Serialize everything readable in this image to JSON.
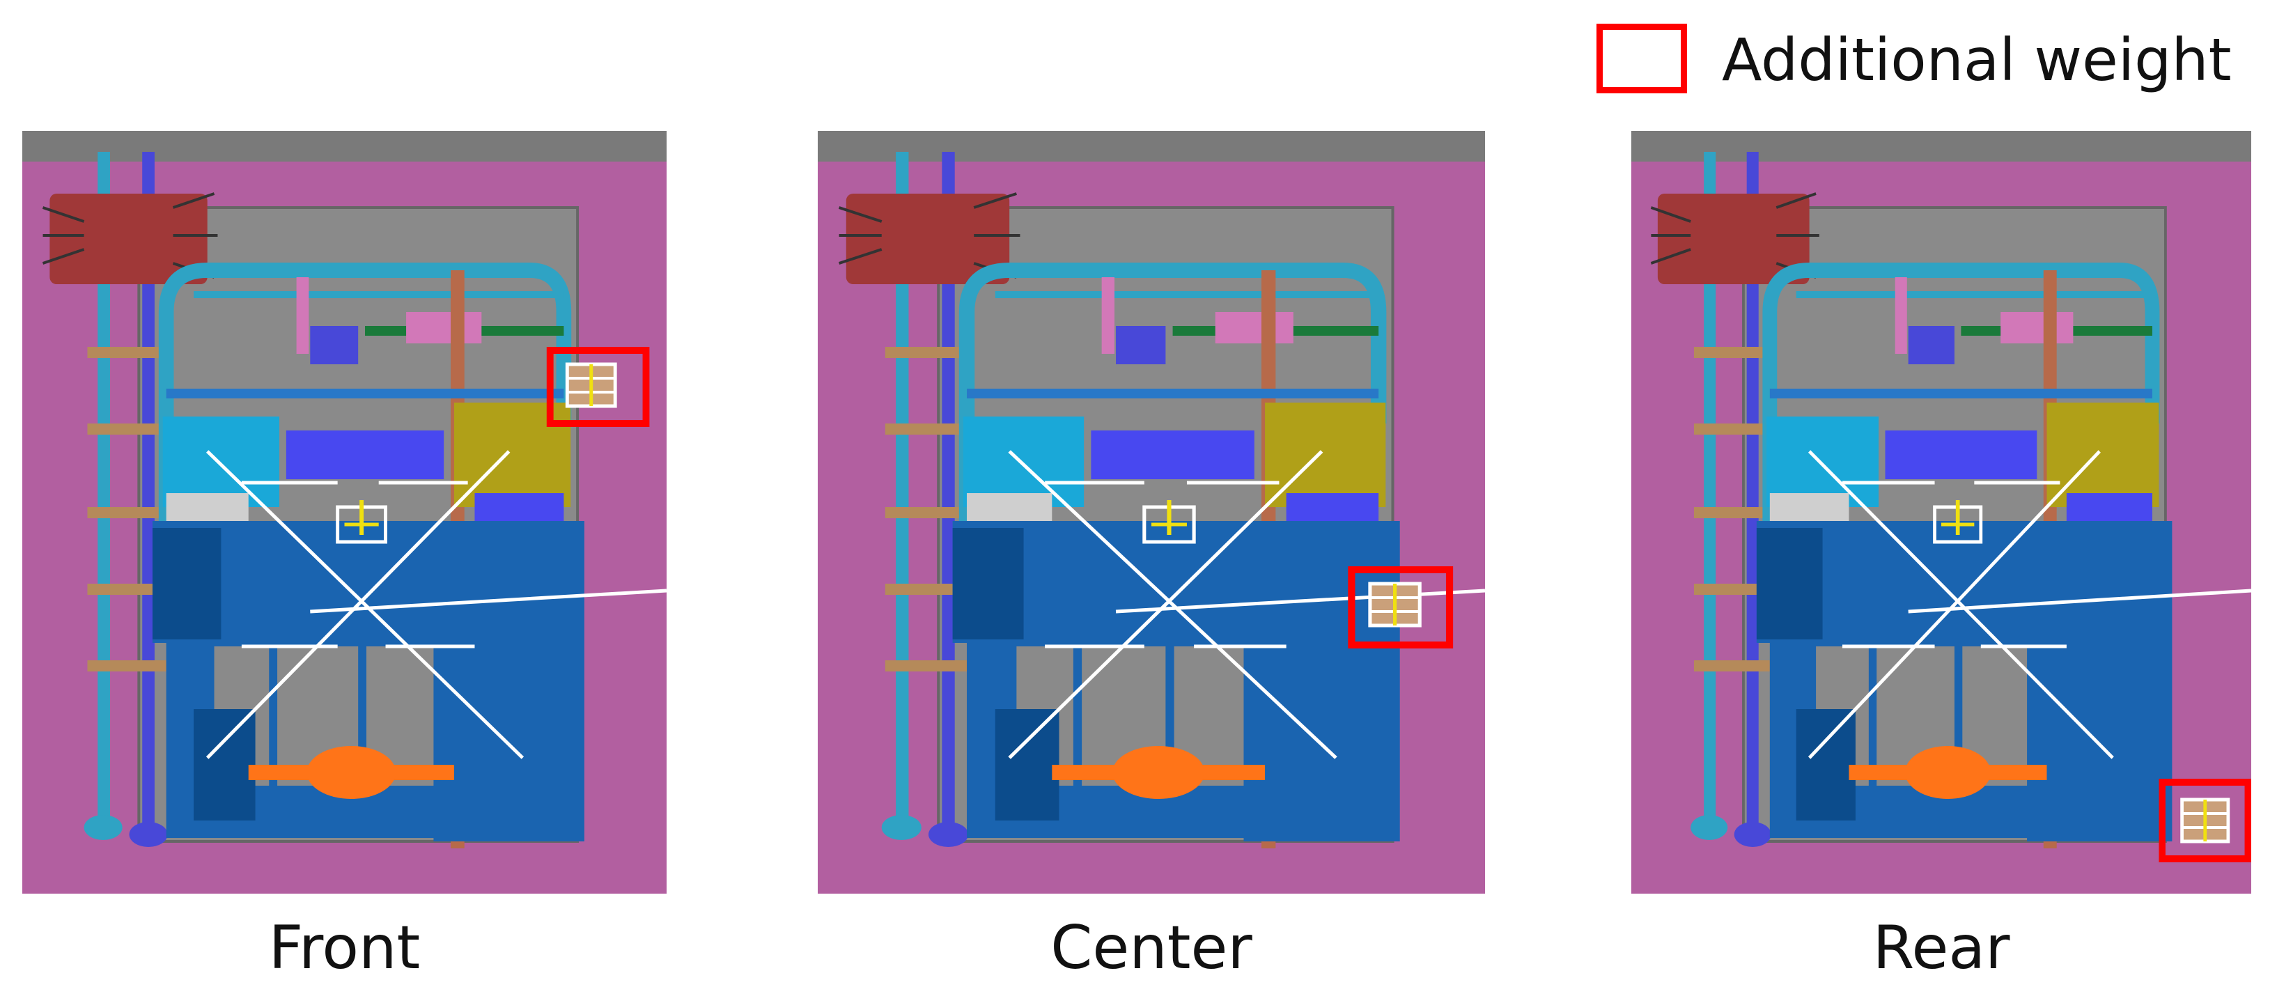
{
  "legend": {
    "label": "Additional weight"
  },
  "panels": [
    {
      "caption": "Front"
    },
    {
      "caption": "Center"
    },
    {
      "caption": "Rear"
    }
  ]
}
